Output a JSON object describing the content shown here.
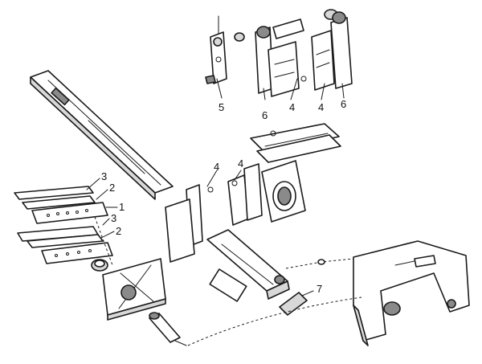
{
  "callouts": [
    {
      "id": "c-5",
      "label": "5"
    },
    {
      "id": "c-6a",
      "label": "6"
    },
    {
      "id": "c-4a",
      "label": "4"
    },
    {
      "id": "c-4b",
      "label": "4"
    },
    {
      "id": "c-6b",
      "label": "6"
    },
    {
      "id": "c-4c",
      "label": "4"
    },
    {
      "id": "c-4d",
      "label": "4"
    },
    {
      "id": "c-3a",
      "label": "3"
    },
    {
      "id": "c-2a",
      "label": "2"
    },
    {
      "id": "c-1",
      "label": "1"
    },
    {
      "id": "c-3b",
      "label": "3"
    },
    {
      "id": "c-2b",
      "label": "2"
    },
    {
      "id": "c-7",
      "label": "7"
    }
  ]
}
